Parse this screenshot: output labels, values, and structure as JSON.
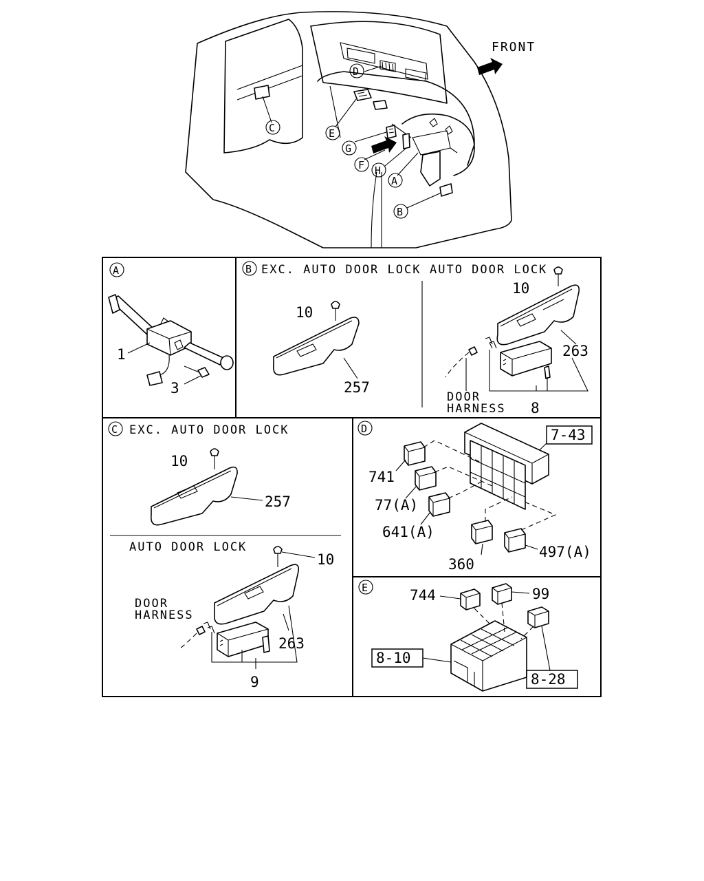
{
  "overview": {
    "front": "FRONT",
    "callouts": [
      "A",
      "B",
      "C",
      "D",
      "E",
      "F",
      "G",
      "H"
    ]
  },
  "panel_a": {
    "id": "A",
    "parts": [
      "1",
      "3"
    ]
  },
  "panel_b": {
    "id": "B",
    "left_title": "EXC. AUTO DOOR LOCK",
    "right_title": "AUTO DOOR LOCK",
    "left_parts": [
      "10",
      "257"
    ],
    "right_parts": [
      "10",
      "263",
      "8"
    ],
    "harness": [
      "DOOR",
      "HARNESS"
    ]
  },
  "panel_c": {
    "id": "C",
    "top_title": "EXC. AUTO DOOR LOCK",
    "bottom_title": "AUTO DOOR LOCK",
    "top_parts": [
      "10",
      "257"
    ],
    "bottom_parts": [
      "10",
      "263",
      "9"
    ],
    "harness": [
      "DOOR",
      "HARNESS"
    ]
  },
  "panel_d": {
    "id": "D",
    "ref": "7-43",
    "parts": [
      "741",
      "77(A)",
      "641(A)",
      "360",
      "497(A)"
    ]
  },
  "panel_e": {
    "id": "E",
    "refs": [
      "8-10",
      "8-28"
    ],
    "parts": [
      "744",
      "99"
    ]
  }
}
